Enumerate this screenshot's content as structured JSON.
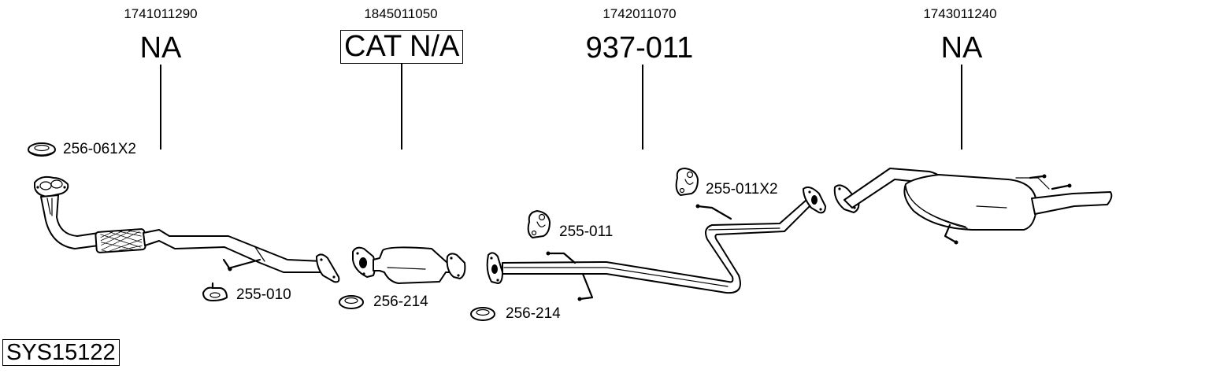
{
  "diagram": {
    "system_code": "SYS15122",
    "sections": [
      {
        "oe_number": "1741011290",
        "part_label": "NA",
        "boxed": false,
        "name": "front-pipe"
      },
      {
        "oe_number": "1845011050",
        "part_label": "CAT N/A",
        "boxed": true,
        "name": "catalytic-converter"
      },
      {
        "oe_number": "1742011070",
        "part_label": "937-011",
        "boxed": false,
        "name": "middle-pipe"
      },
      {
        "oe_number": "1743011240",
        "part_label": "NA",
        "boxed": false,
        "name": "rear-silencer"
      }
    ],
    "accessories": [
      {
        "label": "256-061X2",
        "icon": "gasket-ring-icon"
      },
      {
        "label": "255-010",
        "icon": "mounting-bracket-icon"
      },
      {
        "label": "256-214",
        "icon": "gasket-ring-icon"
      },
      {
        "label": "256-214",
        "icon": "gasket-ring-icon"
      },
      {
        "label": "255-011",
        "icon": "rubber-hanger-icon"
      },
      {
        "label": "255-011X2",
        "icon": "rubber-hanger-icon"
      }
    ]
  }
}
